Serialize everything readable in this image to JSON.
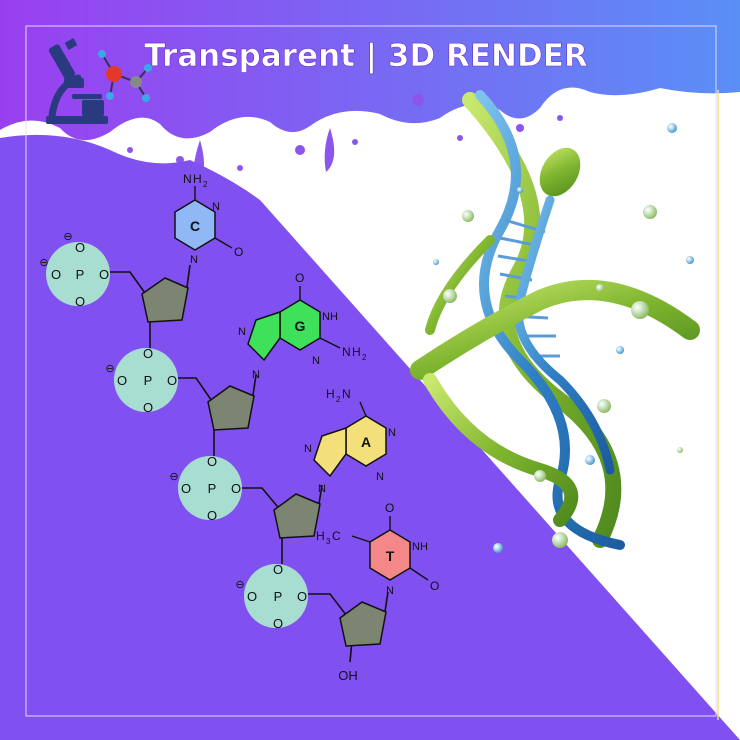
{
  "title": "Transparent | 3D RENDER",
  "colors": {
    "purple": "#8050f0",
    "header_left": "#9a3ff0",
    "header_right": "#5a8ff6",
    "phosphate": "#a8ddd2",
    "sugar": "#7c8472",
    "cytosine": "#8fb8f4",
    "guanine": "#3fe05a",
    "adenine": "#f4e07a",
    "thymine": "#f48888",
    "helix_blue": "#2f7fc6",
    "helix_green": "#8ac238"
  },
  "icons": [
    "microscope-icon",
    "molecule-icon",
    "dna-helix-icon"
  ],
  "bases": [
    {
      "letter": "C",
      "group": "NH2"
    },
    {
      "letter": "G",
      "group": "NH2"
    },
    {
      "letter": "A",
      "group": "H2N"
    },
    {
      "letter": "T",
      "group": "H3C"
    }
  ],
  "labels": {
    "phosphate_center": "P",
    "oxygen": "O",
    "negative": "⊖",
    "nitrogen": "N",
    "nh": "NH",
    "nh2_sub": "2",
    "hydroxyl": "OH",
    "carbonyl_o": "O",
    "h3c": "H",
    "h3c_sub": "3",
    "h3c_c": "C"
  }
}
